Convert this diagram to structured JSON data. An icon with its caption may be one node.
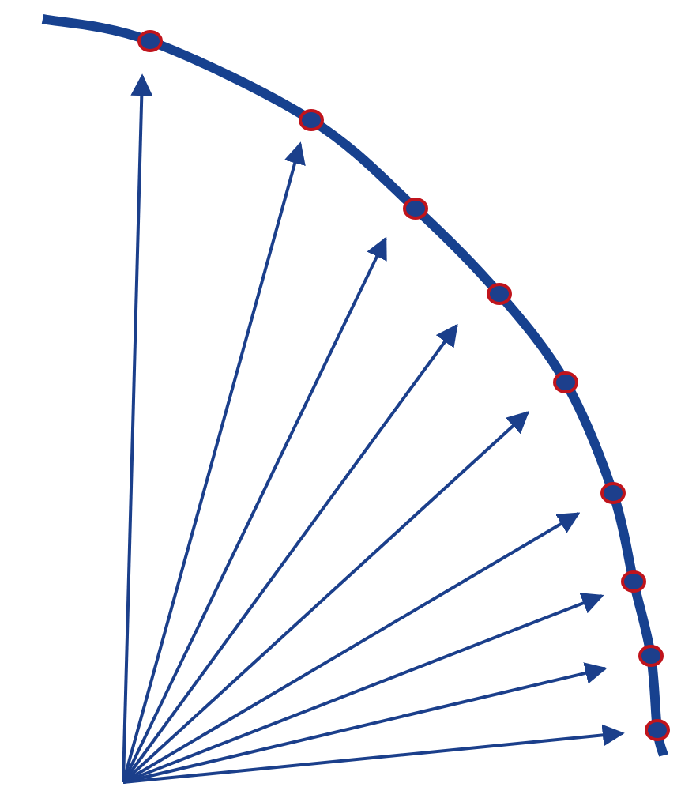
{
  "diagram": {
    "nodes": [
      {
        "text": [],
        "shape": "circle"
      },
      {
        "text": [],
        "shape": "circle"
      },
      {
        "text": [],
        "shape": "circle"
      },
      {
        "text": [],
        "shape": "circle"
      },
      {
        "text": [],
        "shape": "circle"
      },
      {
        "text": [],
        "shape": "circle"
      },
      {
        "text": [],
        "shape": "circle"
      },
      {
        "text": [],
        "shape": "circle"
      },
      {
        "text": [],
        "shape": "circle"
      }
    ],
    "edges": [
      {
        "from": null,
        "to": 0,
        "arrow": "to"
      },
      {
        "from": null,
        "to": 1,
        "arrow": "to"
      },
      {
        "from": null,
        "to": 2,
        "arrow": "to"
      },
      {
        "from": null,
        "to": 3,
        "arrow": "to"
      },
      {
        "from": null,
        "to": 4,
        "arrow": "to"
      },
      {
        "from": null,
        "to": 5,
        "arrow": "to"
      },
      {
        "from": null,
        "to": 6,
        "arrow": "to"
      },
      {
        "from": null,
        "to": 7,
        "arrow": "to"
      },
      {
        "from": null,
        "to": 8,
        "arrow": "to"
      }
    ]
  }
}
